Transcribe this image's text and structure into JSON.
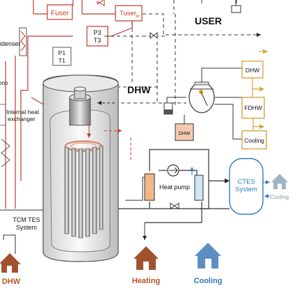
{
  "labels": {
    "fuser": "Fuser",
    "tuser_base": "Tuser",
    "tuser_sub": "in",
    "p3t3": [
      "P3",
      "T3"
    ],
    "p1t1": [
      "P1",
      "T1"
    ],
    "user": "USER",
    "condenser": "idenser",
    "dhw_main": "DHW",
    "dhw_box_right": "DHW",
    "fdhw": "FDHW",
    "cooling_box": "Cooling",
    "dhw_small_box": "DHW",
    "internal_heat": [
      "Internal heat",
      "exchanger"
    ],
    "heat_pump": "Heat pump",
    "ctes": [
      "CTES",
      "System"
    ],
    "cooling_gray": "Cooling",
    "tcm_tes": [
      "TCM TES",
      "System"
    ],
    "bottom_dhw": "DHW",
    "bottom_heating": "Heating",
    "bottom_cooling": "Cooling",
    "left_partial": "ono"
  },
  "colors": {
    "red_line": "#c0392b",
    "orange_box": "#d9a440",
    "orange_icon": "#a0522d",
    "blue_icon": "#5b8fc4",
    "blue_line": "#2e7bbf",
    "gray_icon": "#9fb4c4",
    "dark_line": "#333333",
    "dhw_small_fill": "#f4c9b0",
    "heat_pump_fill": "#f0b98a",
    "evap_fill": "#cfe6f5"
  },
  "icons": [
    "house-icon-dhw",
    "house-icon-heating",
    "house-icon-cooling",
    "house-icon-ctes",
    "pump-icon",
    "valve-icon",
    "gauge-icon",
    "tank-icon"
  ]
}
